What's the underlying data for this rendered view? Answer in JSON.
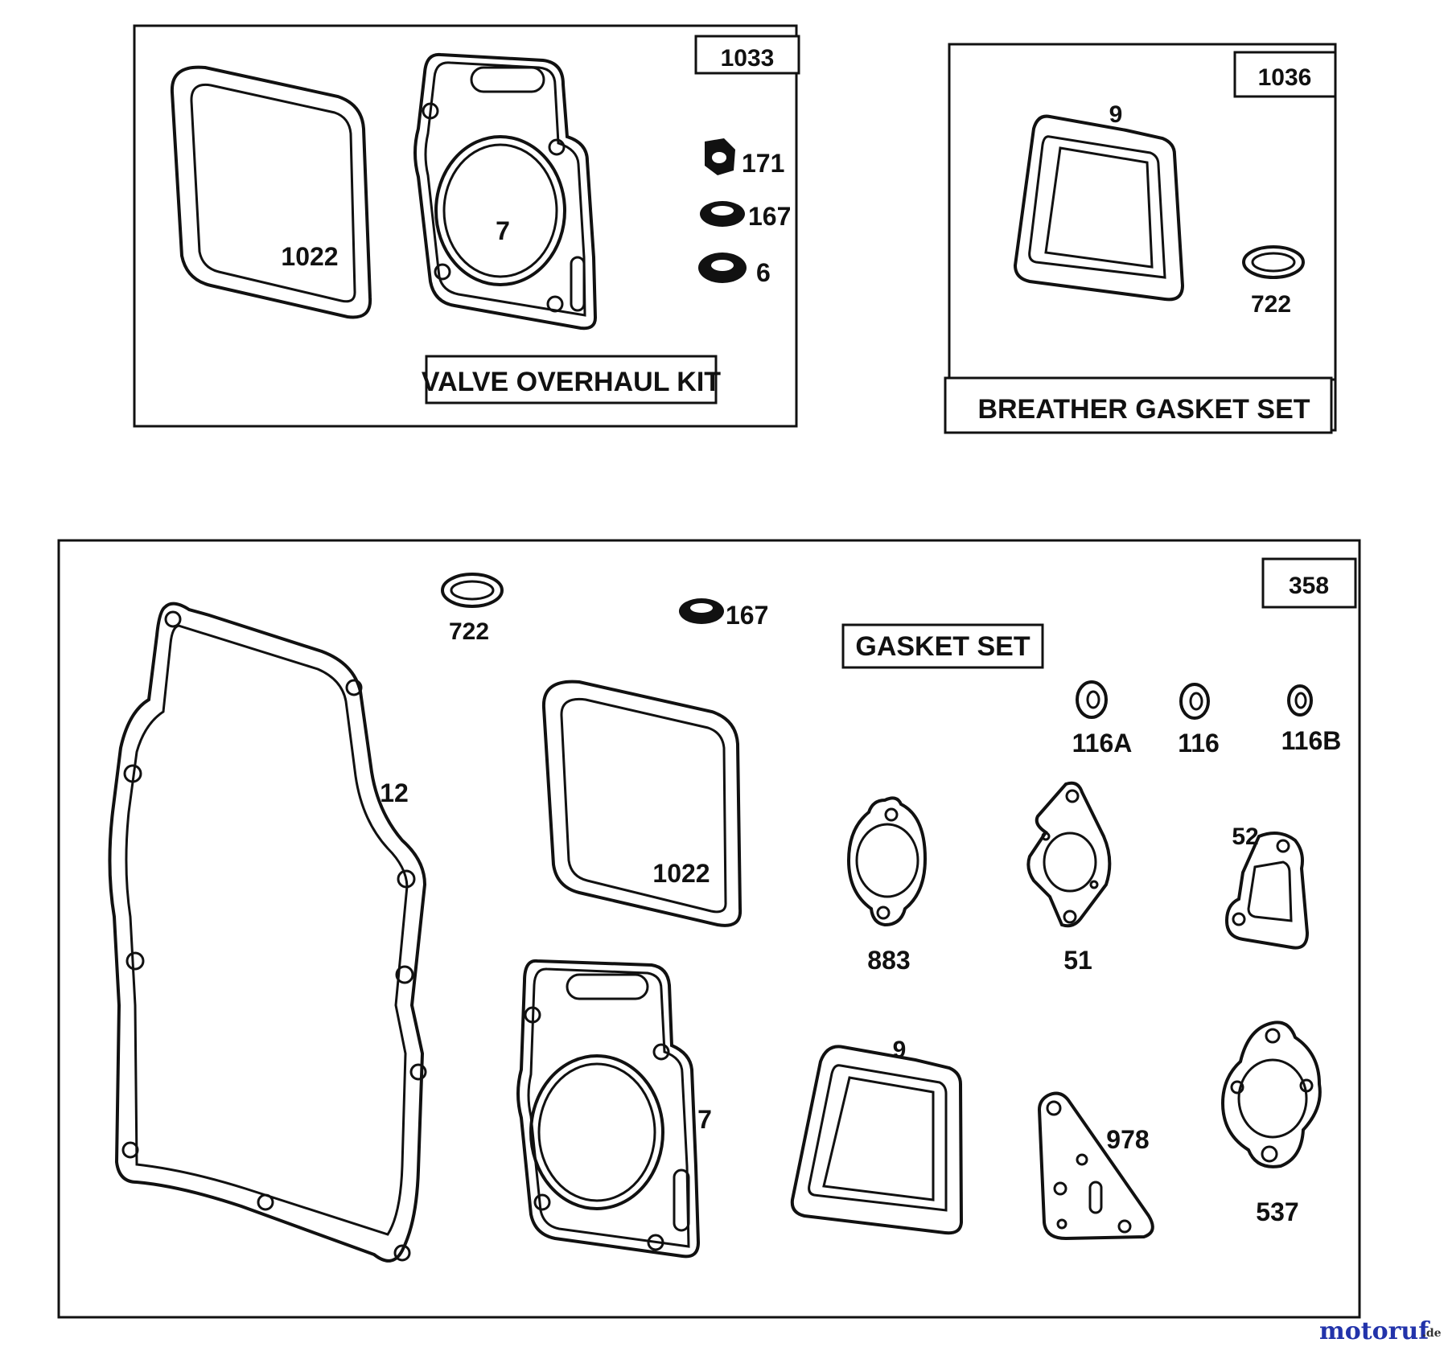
{
  "panels": {
    "valve_kit": {
      "number": "1033",
      "title": "VALVE OVERHAUL KIT",
      "parts": {
        "rocker_cover_gasket": "1022",
        "head_gasket": "7",
        "nut": "171",
        "seal": "167",
        "washer": "6"
      }
    },
    "breather_set": {
      "number": "1036",
      "title": "BREATHER GASKET SET",
      "parts": {
        "breather_gasket": "9",
        "o_ring": "722"
      }
    },
    "gasket_set": {
      "number": "358",
      "title": "GASKET SET",
      "parts": {
        "o_ring": "722",
        "seal": "167",
        "crankcase_gasket": "12",
        "rocker_cover_gasket": "1022",
        "seal_a": "116A",
        "seal_std": "116",
        "seal_b": "116B",
        "intake_gasket": "883",
        "carb_gasket": "51",
        "exhaust_gasket": "52",
        "head_gasket": "7",
        "breather_gasket": "9",
        "plate_gasket": "978",
        "manifold_gasket": "537"
      }
    }
  },
  "watermark": {
    "brand": "motoruf",
    "tld": ".de"
  },
  "colors": {
    "ink": "#111111",
    "paper": "#ffffff",
    "wm_blue": "#2233aa",
    "wm_orange": "#e08a1e",
    "wm_green": "#2a9a3a"
  }
}
